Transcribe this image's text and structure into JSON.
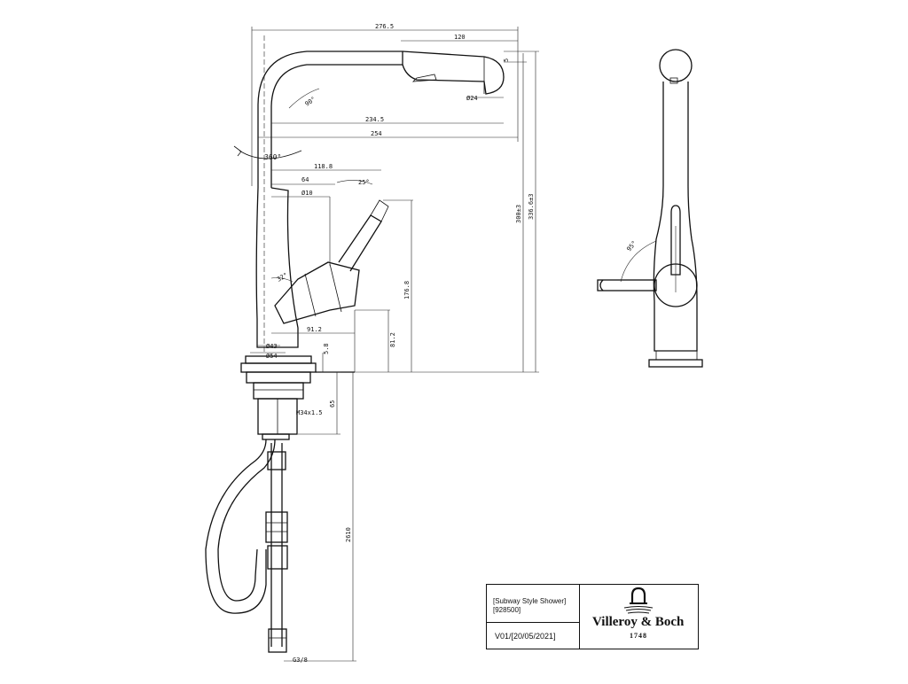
{
  "drawing": {
    "dimensions": {
      "overall_width": "276.5",
      "spout_pullout": "120",
      "spout_tip_offset": "5",
      "spout_reach_inner": "234.5",
      "spout_reach": "254",
      "spout_tip_dia": "Ø24",
      "spout_angle": "90°",
      "swivel": "360°",
      "lever_reach": "118.8",
      "lever_length": "64",
      "lever_angle": "25°",
      "lever_dia": "Ø10",
      "handle_angle": "32°",
      "handle_height": "176.8",
      "base_to_lever": "81.2",
      "lever_height": "91.2",
      "base_height": "5.8",
      "base_inner_dia": "Ø43",
      "base_outer_dia": "Ø54",
      "thread": "M34x1.5",
      "shank_length": "65",
      "hose_length": "2610",
      "hose_thread": "G3/8",
      "total_height_a": "300±3",
      "total_height_b": "336.6±3",
      "side_angle": "95°"
    }
  },
  "title_block": {
    "product_name": "[Subway Style Shower]",
    "product_code": "[928500]",
    "version": "V01/[20/05/2021]",
    "brand_name": "Villeroy & Boch",
    "brand_year": "1748"
  }
}
